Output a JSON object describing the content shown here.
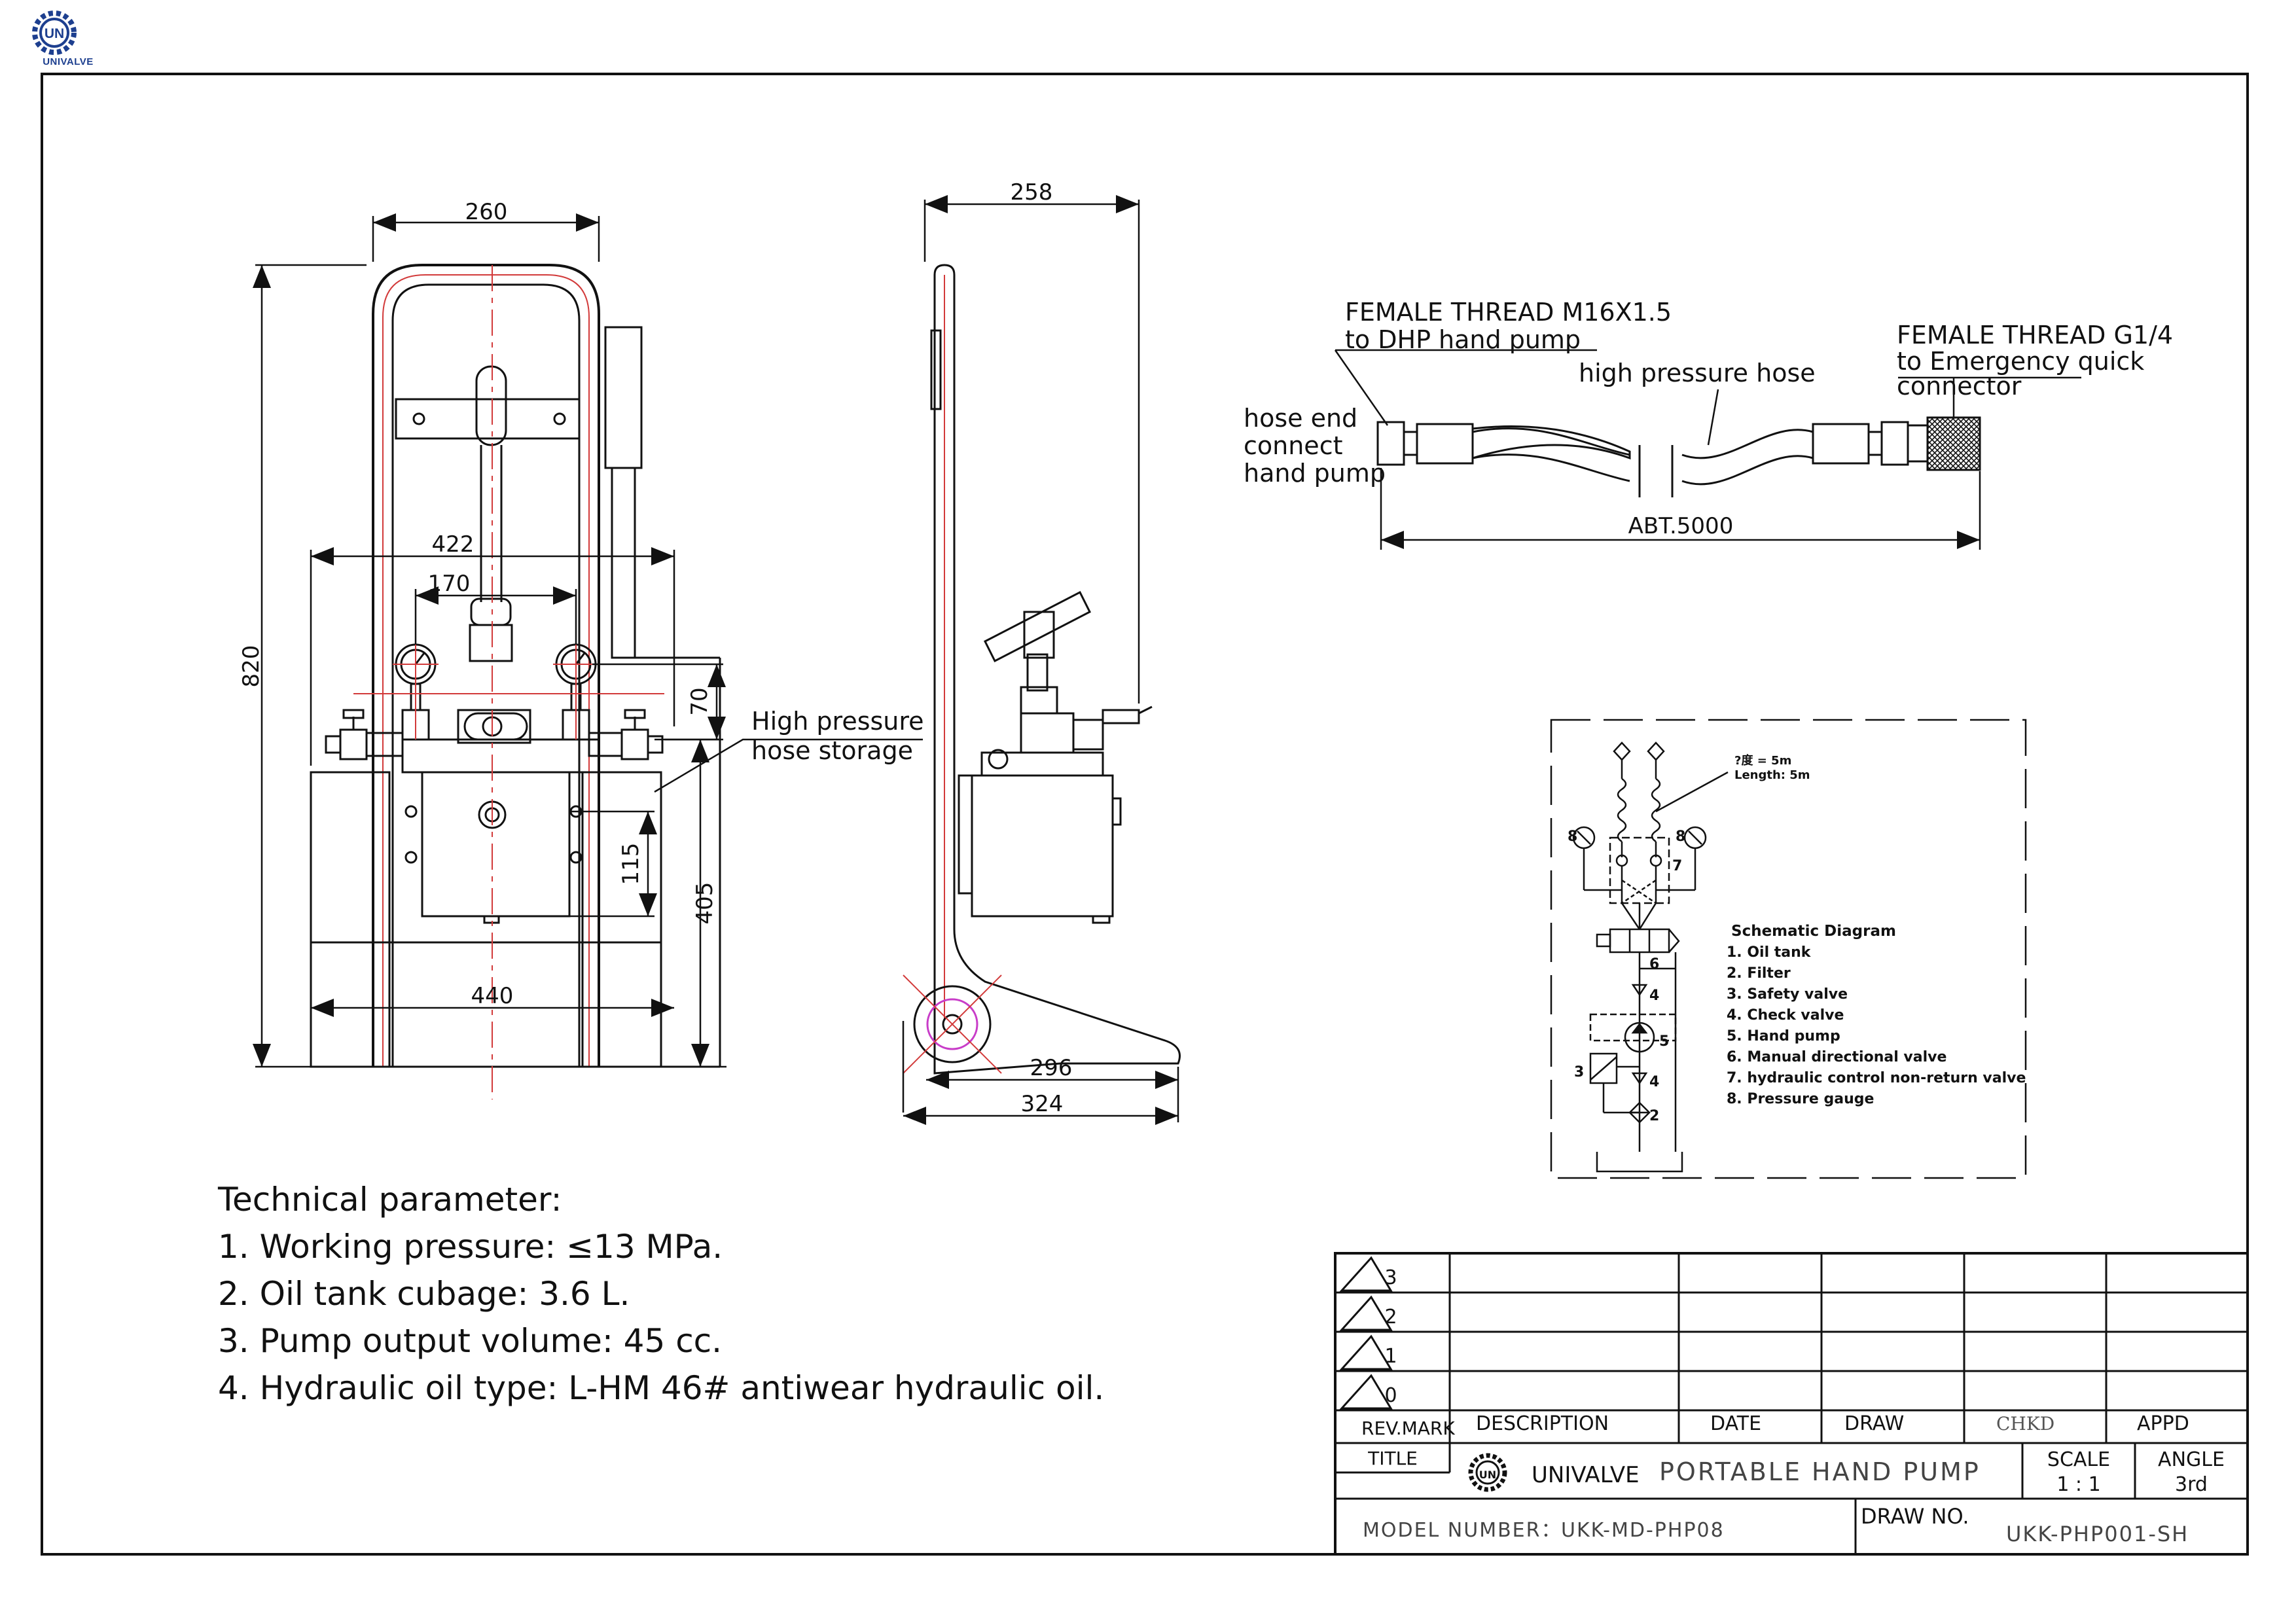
{
  "brand": {
    "logo_caption": "UNIVALVE",
    "logo_mark": "UN"
  },
  "front_view": {
    "dims": {
      "width_top": "260",
      "height_total": "820",
      "width_mid": "422",
      "gauge_spacing": "170",
      "gauge_height": "70",
      "tank_height": "115",
      "base_height": "405",
      "base_width": "440"
    },
    "label_line1": "High pressure",
    "label_line2": "hose storage"
  },
  "side_view": {
    "dims": {
      "depth_top": "258",
      "foot_length": "296",
      "overall_depth": "324"
    }
  },
  "hose": {
    "left_note_line1": "FEMALE THREAD M16X1.5",
    "left_note_line2": "to DHP hand pump",
    "end_note_line1": "hose end",
    "end_note_line2": "connect",
    "end_note_line3": "hand pump",
    "middle_note": "high pressure hose",
    "right_note_line1": "FEMALE THREAD G1/4",
    "right_note_line2": "to Emergency quick",
    "right_note_line3": "connector",
    "length_dim": "ABT.5000"
  },
  "schematic": {
    "length_line1": "?度 = 5m",
    "length_line2": "Length: 5m",
    "title": "Schematic Diagram",
    "legend": [
      "1.  Oil tank",
      "2.  Filter",
      "3.  Safety valve",
      "4.  Check valve",
      "5.  Hand pump",
      "6.  Manual directional valve",
      "7.  hydraulic control non-return valve",
      "8.  Pressure gauge"
    ],
    "numbers": [
      "8",
      "8",
      "7",
      "6",
      "4",
      "5",
      "3",
      "4",
      "2"
    ]
  },
  "tech": {
    "heading": "Technical parameter:",
    "items": [
      "1. Working pressure: ≤13 MPa.",
      "2. Oil tank cubage: 3.6 L.",
      "3. Pump output volume: 45 cc.",
      "4. Hydraulic oil type: L-HM 46# antiwear hydraulic oil."
    ]
  },
  "title_block": {
    "revs": [
      "3",
      "2",
      "1",
      "0"
    ],
    "rev_mark": "REV.MARK",
    "description": "DESCRIPTION",
    "date": "DATE",
    "draw": "DRAW",
    "chkd": "CHKD",
    "appd": "APPD",
    "title_label": "TITLE",
    "company": "UNIVALVE",
    "product": "PORTABLE HAND PUMP",
    "scale_label": "SCALE",
    "scale_value": "1 : 1",
    "angle_label": "ANGLE",
    "angle_value": "3rd",
    "model_label": "MODEL NUMBER：",
    "model_value": "UKK-MD-PHP08",
    "draw_no_label": "DRAW NO.",
    "draw_no_value": "UKK-PHP001-SH"
  }
}
